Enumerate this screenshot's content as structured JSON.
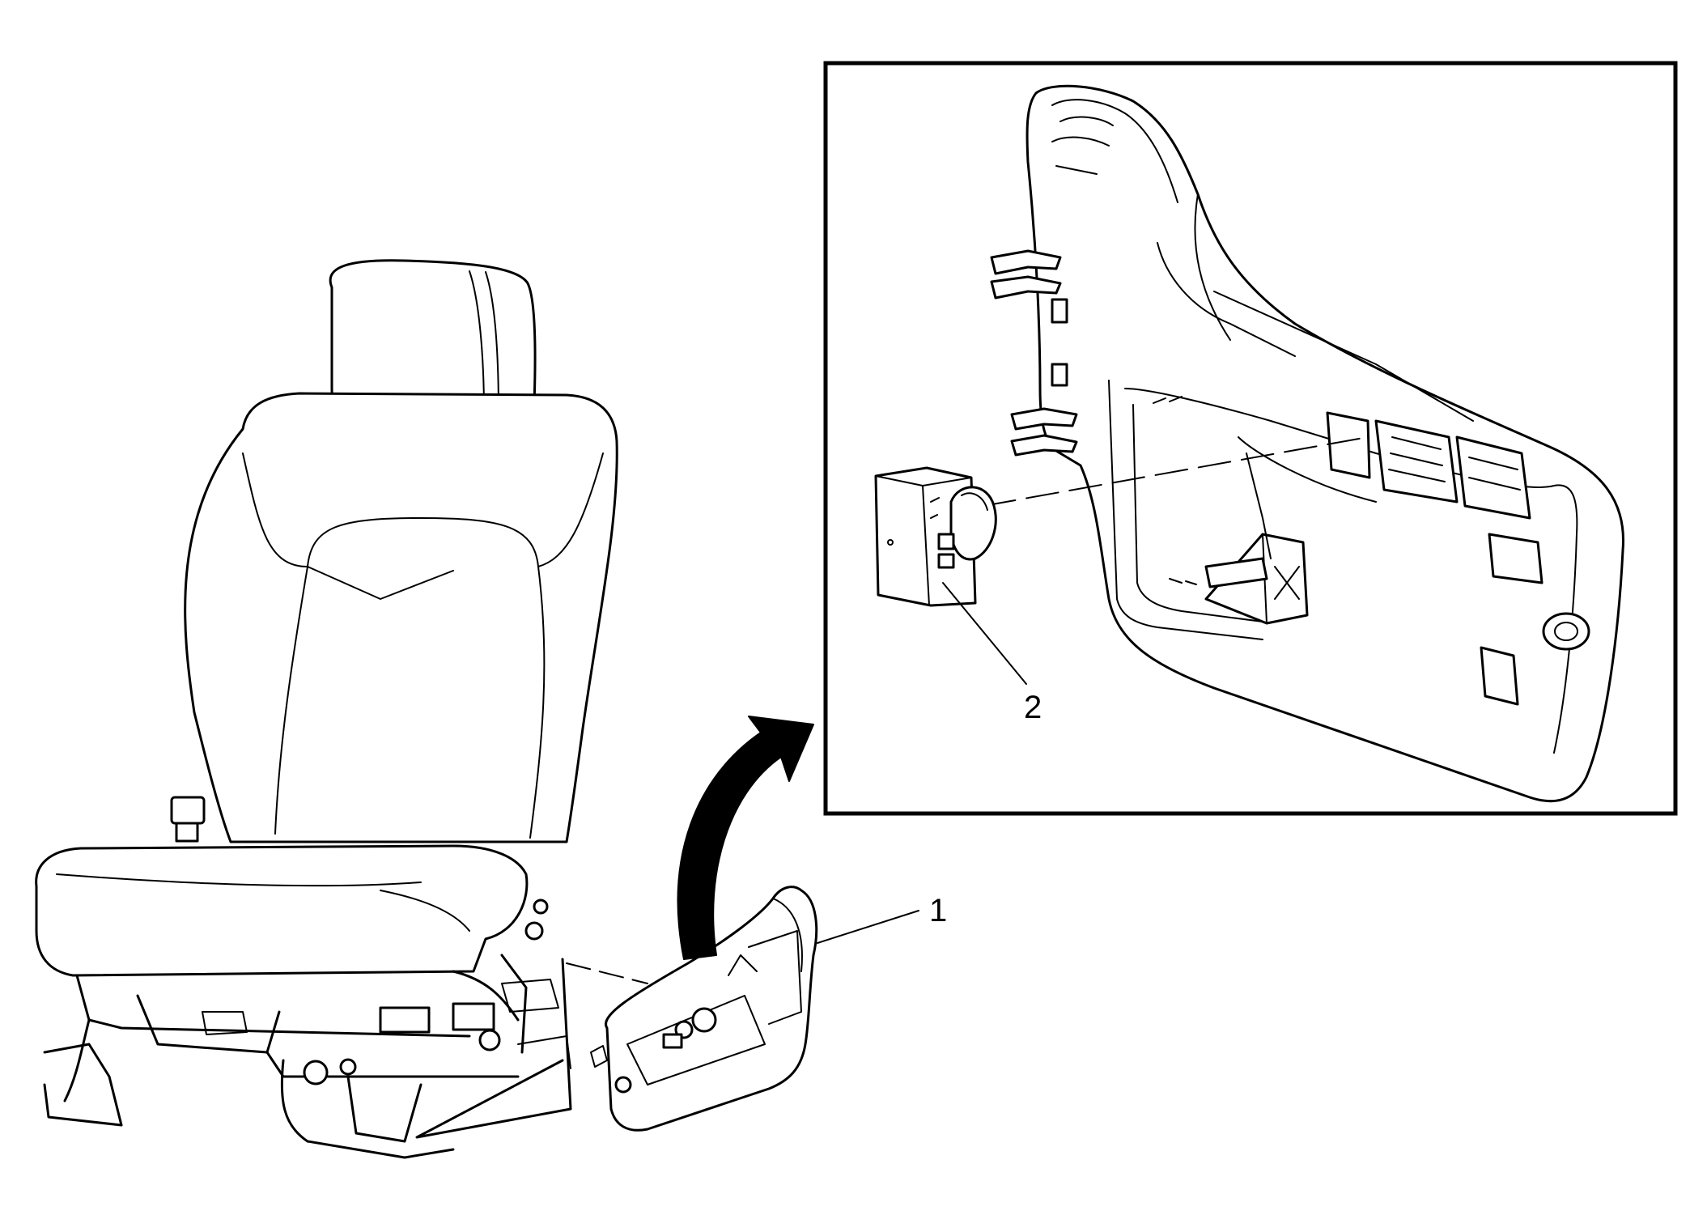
{
  "callouts": [
    {
      "number": "1",
      "part": "seat-side-trim-panel"
    },
    {
      "number": "2",
      "part": "seat-adjuster-switch"
    }
  ],
  "colors": {
    "line": "#000000",
    "background": "#ffffff"
  }
}
